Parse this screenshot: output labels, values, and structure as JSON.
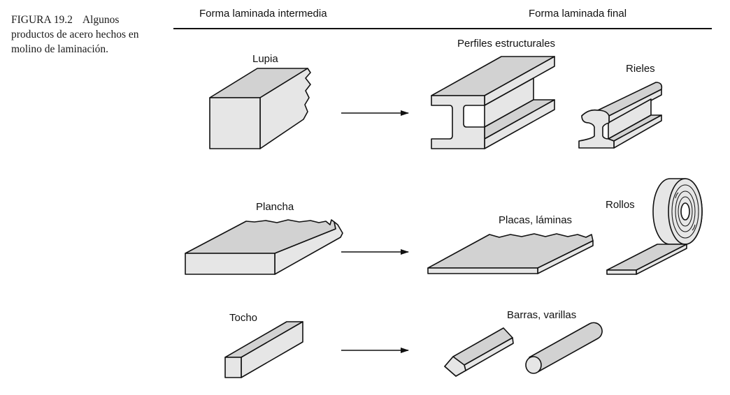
{
  "caption": {
    "figure_number": "FIGURA 19.2",
    "text": "Algunos productos de acero hechos en molino de laminación."
  },
  "columns": {
    "intermediate": "Forma laminada intermedia",
    "final": "Forma laminada final"
  },
  "labels": {
    "lupia": "Lupia",
    "perfiles": "Perfiles estructurales",
    "rieles": "Rieles",
    "plancha": "Plancha",
    "placas": "Placas, láminas",
    "rollos": "Rollos",
    "tocho": "Tocho",
    "barras": "Barras, varillas"
  }
}
